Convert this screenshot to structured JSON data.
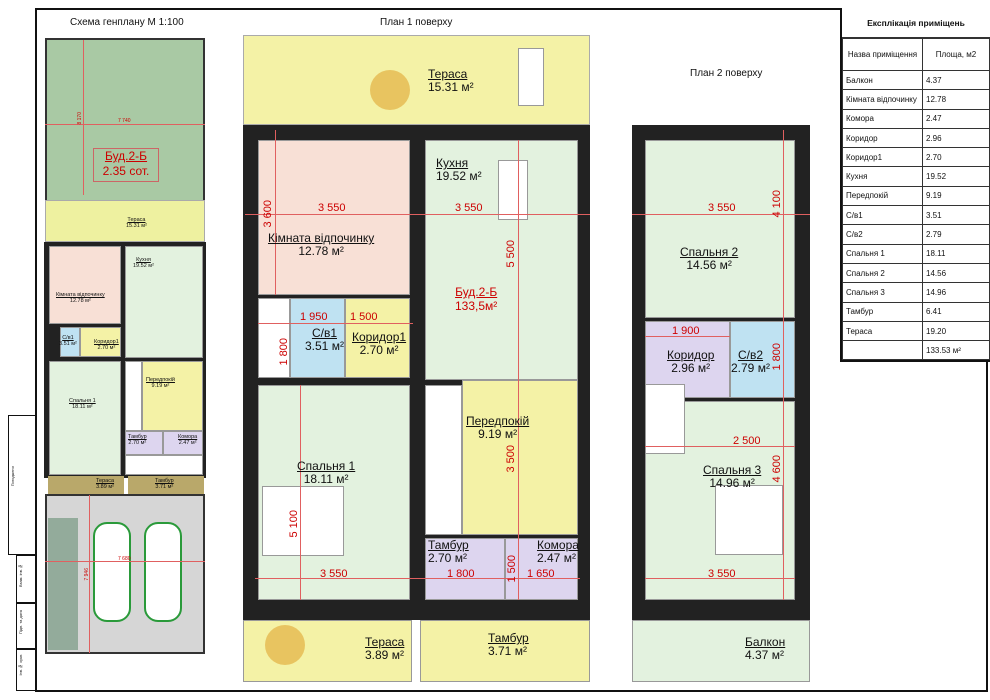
{
  "site": {
    "title": "Схема генплану М 1:100",
    "building": "Буд.2-Б",
    "plot": "2.35 сот.",
    "dim_h": "7 740",
    "dim_v": "8 170",
    "park_h": "7 680",
    "park_v": "7 946",
    "rooms": [
      {
        "n": "Тераса",
        "a": "15.31 м²"
      },
      {
        "n": "Кухня",
        "a": "19.52 м²"
      },
      {
        "n": "Кімната відпочинку",
        "a": "12.78 м²"
      },
      {
        "n": "С/в1",
        "a": "3.51 м²"
      },
      {
        "n": "Коридор1",
        "a": "2.70 м²"
      },
      {
        "n": "Спальня 1",
        "a": "18.11 м²"
      },
      {
        "n": "Передпокій",
        "a": "9.19 м²"
      },
      {
        "n": "Тамбур",
        "a": "2.70 м²"
      },
      {
        "n": "Комора",
        "a": "2.47 м²"
      },
      {
        "n": "Тераса",
        "a": "3.89 м²"
      },
      {
        "n": "Тамбур",
        "a": "3.71 м²"
      }
    ]
  },
  "plan1": {
    "title": "План 1 поверху",
    "building": "Буд.2-Б",
    "total": "133,5м²",
    "rooms": {
      "terrace_top": {
        "n": "Тераса",
        "a": "15.31 м²"
      },
      "kitchen": {
        "n": "Кухня",
        "a": "19.52 м²"
      },
      "lounge": {
        "n": "Кімната відпочинку",
        "a": "12.78 м²"
      },
      "wc1": {
        "n": "С/в1",
        "a": "3.51 м²"
      },
      "corr1": {
        "n": "Коридор1",
        "a": "2.70 м²"
      },
      "bed1": {
        "n": "Спальня 1",
        "a": "18.11 м²"
      },
      "hall": {
        "n": "Передпокій",
        "a": "9.19 м²"
      },
      "vest": {
        "n": "Тамбур",
        "a": "2.70 м²"
      },
      "store": {
        "n": "Комора",
        "a": "2.47 м²"
      },
      "terrace_bot": {
        "n": "Тераса",
        "a": "3.89 м²"
      },
      "vest_bot": {
        "n": "Тамбур",
        "a": "3.71 м²"
      }
    },
    "dims": [
      "3 550",
      "3 550",
      "3 600",
      "5 500",
      "1 950",
      "1 500",
      "1 800",
      "3 500",
      "5 100",
      "3 550",
      "1 800",
      "1 500",
      "1 650"
    ]
  },
  "plan2": {
    "title": "План 2 поверху",
    "rooms": {
      "bed2": {
        "n": "Спальня 2",
        "a": "14.56 м²"
      },
      "corr": {
        "n": "Коридор",
        "a": "2.96 м²"
      },
      "wc2": {
        "n": "С/в2",
        "a": "2.79 м²"
      },
      "bed3": {
        "n": "Спальня 3",
        "a": "14.96 м²"
      },
      "balcony": {
        "n": "Балкон",
        "a": "4.37 м²"
      }
    },
    "dims": [
      "3 550",
      "4 100",
      "1 900",
      "1 800",
      "2 500",
      "4 600",
      "3 550"
    ]
  },
  "table": {
    "title": "Експлікація приміщень",
    "col1": "Назва приміщення",
    "col2": "Площа, м2",
    "rows": [
      [
        "Балкон",
        "4.37"
      ],
      [
        "Кімната відпочинку",
        "12.78"
      ],
      [
        "Комора",
        "2.47"
      ],
      [
        "Коридор",
        "2.96"
      ],
      [
        "Коридор1",
        "2.70"
      ],
      [
        "Кухня",
        "19.52"
      ],
      [
        "Передпокій",
        "9.19"
      ],
      [
        "С/в1",
        "3.51"
      ],
      [
        "С/в2",
        "2.79"
      ],
      [
        "Спальня 1",
        "18.11"
      ],
      [
        "Спальня 2",
        "14.56"
      ],
      [
        "Спальня 3",
        "14.96"
      ],
      [
        "Тамбур",
        "6.41"
      ],
      [
        "Тераса",
        "19.20"
      ]
    ],
    "total": "133.53 м²"
  },
  "stamp": {
    "a": "Погоджено",
    "b": "Взам. інв.№",
    "c": "Підп. та дата",
    "d": "Інв.№ ориг."
  }
}
